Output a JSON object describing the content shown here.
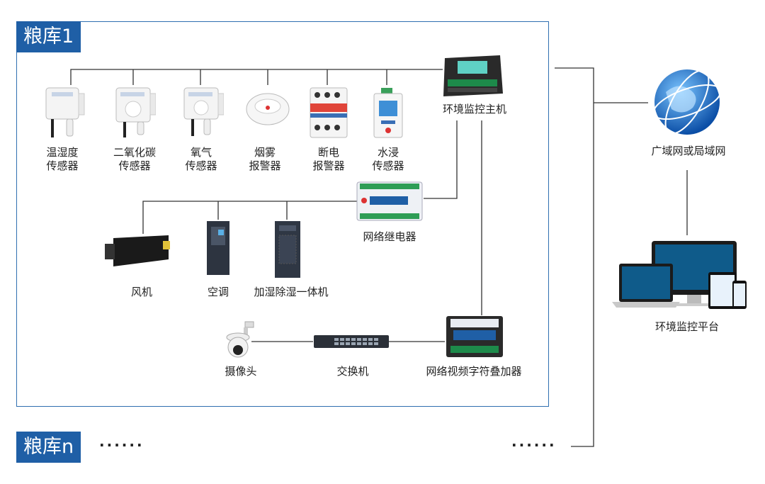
{
  "granary1_title": "粮库1",
  "granaryn_title": "粮库n",
  "ellipsis_left": "······",
  "ellipsis_right": "······",
  "sensors": [
    {
      "line1": "温湿度",
      "line2": "传感器"
    },
    {
      "line1": "二氧化碳",
      "line2": "传感器"
    },
    {
      "line1": "氧气",
      "line2": "传感器"
    },
    {
      "line1": "烟雾",
      "line2": "报警器"
    },
    {
      "line1": "断电",
      "line2": "报警器"
    },
    {
      "line1": "水浸",
      "line2": "传感器"
    }
  ],
  "host_label": "环境监控主机",
  "relay_label": "网络继电器",
  "devices": [
    "风机",
    "空调",
    "加湿除湿一体机"
  ],
  "camera_label": "摄像头",
  "switch_label": "交换机",
  "overlay_label": "网络视频字符叠加器",
  "network_label": "广域网或局域网",
  "platform_label": "环境监控平台",
  "relay_brand": "网络继电器",
  "colors": {
    "accent": "#1f5fa6",
    "line": "#333333"
  }
}
